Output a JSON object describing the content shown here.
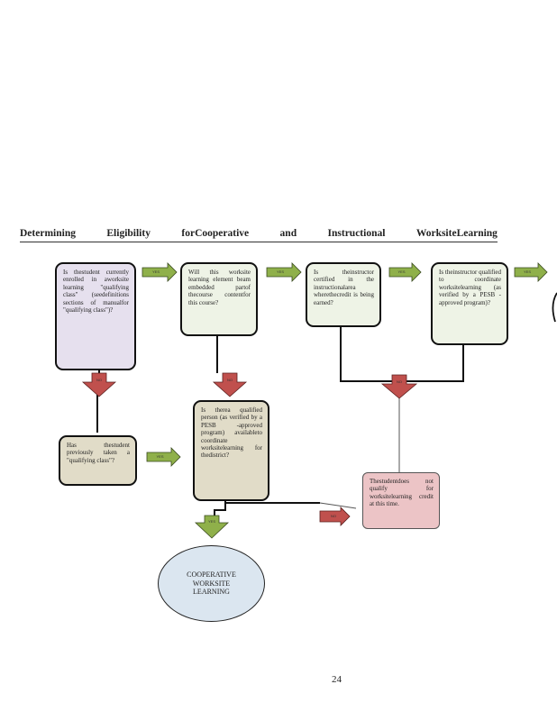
{
  "title": {
    "words": [
      "Determining",
      "Eligibility",
      "forCooperative",
      "and",
      "Instructional",
      "WorksiteLearning"
    ]
  },
  "boxes": {
    "q1": "Is thestudent currently enrolled in aworksite learning \"qualifying class\" (seedefinitions sections of manualfor \"qualifying class\")?",
    "q2": "Will this worksite learning element beam embedded partof thecourse contentfor this course?",
    "q3": "Is theinstructor certified in the instructionalarea wherethecredit is being earned?",
    "q4": "Is theinstructor qualified to coordinate worksitelearning (as verified by a PESB -approved program)?",
    "q5": "Has thestudent previously taken a \"qualifying class\"?",
    "q6": "Is therea qualified person (as verified by a PESB -approved program) availableto coordinate worksitelearning for thedistrict?",
    "not_qualify": "Thestudentdoes not qualify for worksitelearning credit at this time.",
    "result": "COOPERATIVE WORKSITE LEARNING"
  },
  "arrows": {
    "yes": "YES",
    "no": "NO"
  },
  "colors": {
    "yes_arrow": "#8fb04a",
    "no_arrow": "#c0504d",
    "purple_box": "#e6e0ee",
    "green_box": "#eef3e6",
    "tan_box": "#e1dcc8",
    "pink_box": "#ecc4c6",
    "oval": "#dbe6f0"
  },
  "page_number": "24"
}
